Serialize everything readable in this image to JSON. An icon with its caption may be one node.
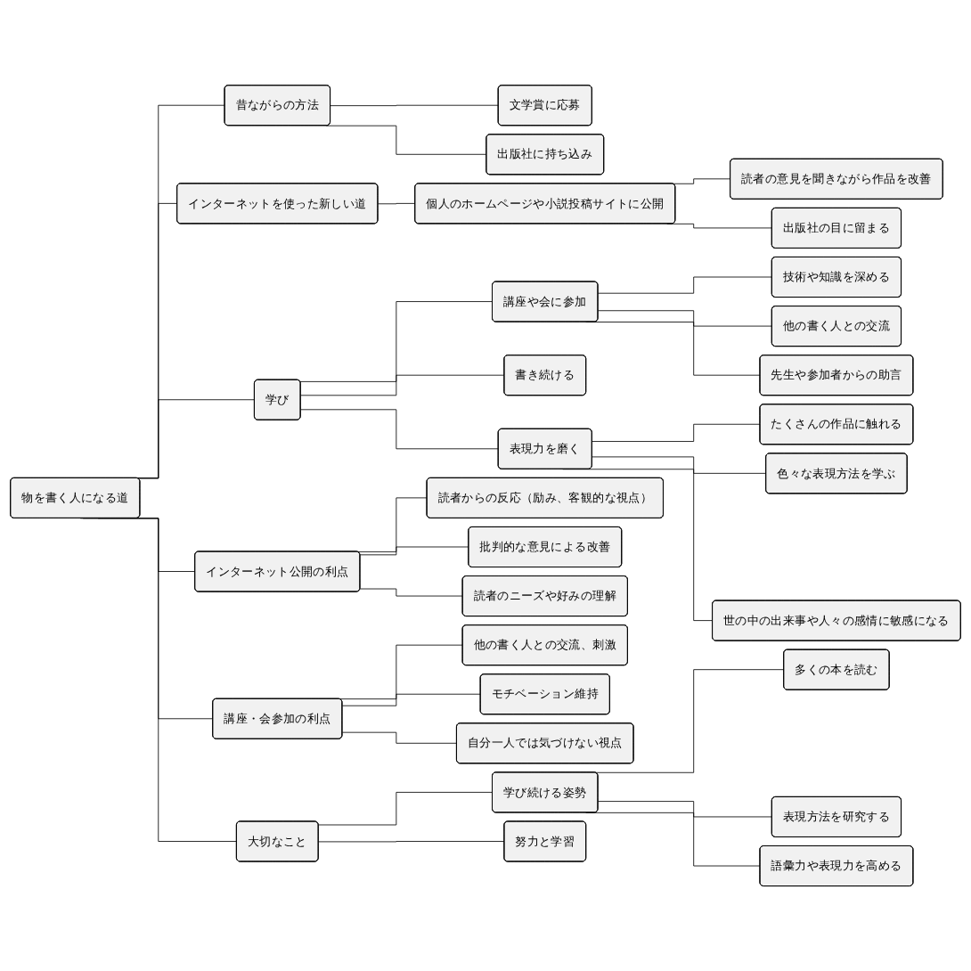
{
  "diagram": {
    "nodes": [
      {
        "text": [
          "物を書く人になる道"
        ]
      },
      {
        "text": [
          "昔ながらの方法"
        ]
      },
      {
        "text": [
          "文学賞に応募"
        ]
      },
      {
        "text": [
          "出版社に持ち込み"
        ]
      },
      {
        "text": [
          "インターネットを使った新しい道"
        ]
      },
      {
        "text": [
          "個人のホームページや小説投稿サイトに公開"
        ]
      },
      {
        "text": [
          "読者の意見を聞きながら作品を改善"
        ]
      },
      {
        "text": [
          "出版社の目に留まる"
        ]
      },
      {
        "text": [
          "学び"
        ]
      },
      {
        "text": [
          "講座や会に参加"
        ]
      },
      {
        "text": [
          "技術や知識を深める"
        ]
      },
      {
        "text": [
          "他の書く人との交流"
        ]
      },
      {
        "text": [
          "先生や参加者からの助言"
        ]
      },
      {
        "text": [
          "書き続ける"
        ]
      },
      {
        "text": [
          "表現力を磨く"
        ]
      },
      {
        "text": [
          "たくさんの作品に触れる"
        ]
      },
      {
        "text": [
          "色々な表現方法を学ぶ"
        ]
      },
      {
        "text": [
          "世の中の出来事や人々の感情に敏感になる"
        ]
      },
      {
        "text": [
          "インターネット公開の利点"
        ]
      },
      {
        "text": [
          "読者からの反応（励み、客観的な視点）"
        ]
      },
      {
        "text": [
          "批判的な意見による改善"
        ]
      },
      {
        "text": [
          "読者のニーズや好みの理解"
        ]
      },
      {
        "text": [
          "講座・会参加の利点"
        ]
      },
      {
        "text": [
          "他の書く人との交流、刺激"
        ]
      },
      {
        "text": [
          "モチベーション維持"
        ]
      },
      {
        "text": [
          "自分一人では気づけない視点"
        ]
      },
      {
        "text": [
          "大切なこと"
        ]
      },
      {
        "text": [
          "学び続ける姿勢"
        ]
      },
      {
        "text": [
          "多くの本を読む"
        ]
      },
      {
        "text": [
          "表現方法を研究する"
        ]
      },
      {
        "text": [
          "語彙力や表現力を高める"
        ]
      },
      {
        "text": [
          "努力と学習"
        ]
      }
    ],
    "edges": [
      {
        "from": 0,
        "to": 1,
        "arrow": "none"
      },
      {
        "from": 1,
        "to": 2,
        "arrow": "none"
      },
      {
        "from": 1,
        "to": 3,
        "arrow": "none"
      },
      {
        "from": 0,
        "to": 4,
        "arrow": "none"
      },
      {
        "from": 4,
        "to": 5,
        "arrow": "none"
      },
      {
        "from": 5,
        "to": 6,
        "arrow": "none"
      },
      {
        "from": 5,
        "to": 7,
        "arrow": "none"
      },
      {
        "from": 0,
        "to": 8,
        "arrow": "none"
      },
      {
        "from": 8,
        "to": 9,
        "arrow": "none"
      },
      {
        "from": 9,
        "to": 10,
        "arrow": "none"
      },
      {
        "from": 9,
        "to": 11,
        "arrow": "none"
      },
      {
        "from": 9,
        "to": 12,
        "arrow": "none"
      },
      {
        "from": 8,
        "to": 13,
        "arrow": "none"
      },
      {
        "from": 8,
        "to": 14,
        "arrow": "none"
      },
      {
        "from": 14,
        "to": 15,
        "arrow": "none"
      },
      {
        "from": 14,
        "to": 16,
        "arrow": "none"
      },
      {
        "from": 14,
        "to": 17,
        "arrow": "none"
      },
      {
        "from": 0,
        "to": 18,
        "arrow": "none"
      },
      {
        "from": 18,
        "to": 19,
        "arrow": "none"
      },
      {
        "from": 18,
        "to": 20,
        "arrow": "none"
      },
      {
        "from": 18,
        "to": 21,
        "arrow": "none"
      },
      {
        "from": 0,
        "to": 22,
        "arrow": "none"
      },
      {
        "from": 22,
        "to": 23,
        "arrow": "none"
      },
      {
        "from": 22,
        "to": 24,
        "arrow": "none"
      },
      {
        "from": 22,
        "to": 25,
        "arrow": "none"
      },
      {
        "from": 0,
        "to": 26,
        "arrow": "none"
      },
      {
        "from": 26,
        "to": 27,
        "arrow": "none"
      },
      {
        "from": 27,
        "to": 28,
        "arrow": "none"
      },
      {
        "from": 27,
        "to": 29,
        "arrow": "none"
      },
      {
        "from": 27,
        "to": 30,
        "arrow": "none"
      },
      {
        "from": 26,
        "to": 31,
        "arrow": "none"
      }
    ]
  }
}
